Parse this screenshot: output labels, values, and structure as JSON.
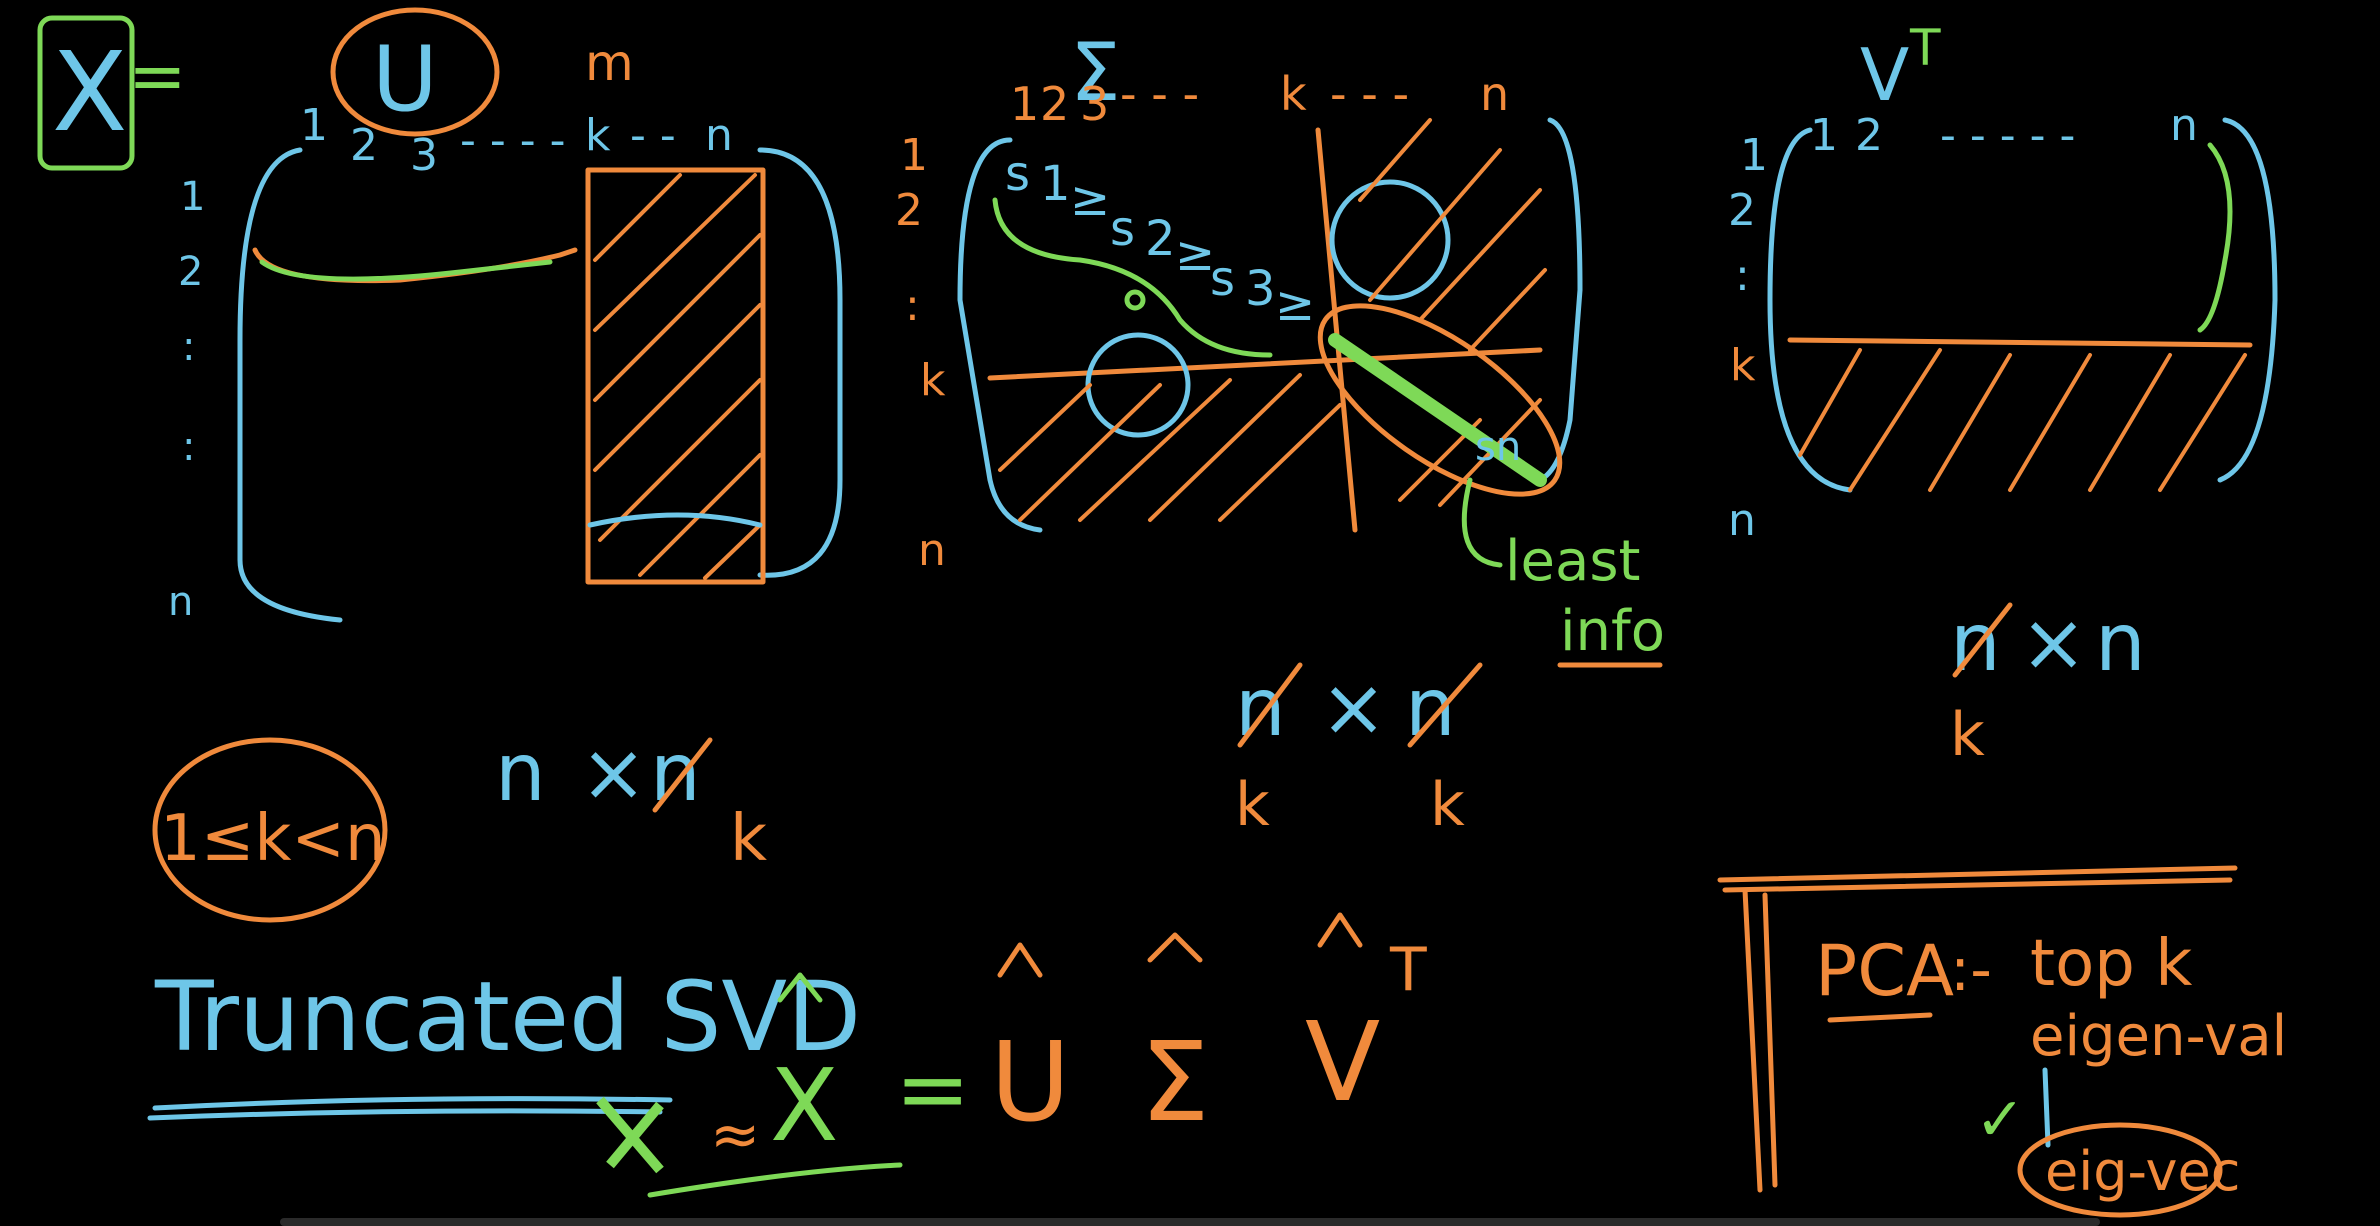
{
  "left": {
    "x_label": "X",
    "equals": "=",
    "u_label": "U",
    "u_cols": [
      "1",
      "2",
      "3",
      "- - - -",
      "k",
      "- -",
      "n"
    ],
    "u_rows": [
      "1",
      "2",
      ":",
      ":",
      "n"
    ],
    "u_brace": "m"
  },
  "middle": {
    "sigma_label": "Σ",
    "sigma_cols": [
      "1",
      "2",
      "3",
      "- - -",
      "k",
      "- - -",
      "n"
    ],
    "sigma_rows": [
      "1",
      "2",
      ":",
      "k",
      "n"
    ],
    "diag": [
      "s",
      "1",
      "≥",
      "s",
      "2",
      "≥",
      "s",
      "3",
      "≥"
    ],
    "sn": "sn",
    "least": "least",
    "info": "info",
    "dims": [
      "n",
      "×",
      "n"
    ],
    "dims_k": [
      "k",
      "k"
    ]
  },
  "right": {
    "vt_label": "V",
    "vt_sup": "T",
    "vt_cols": [
      "1",
      "2",
      "- - - - -",
      "n"
    ],
    "vt_rows": [
      "1",
      "2",
      ":",
      "k",
      "n"
    ],
    "dims": [
      "n",
      "×",
      "n"
    ],
    "dims_k": "k"
  },
  "lower": {
    "k_lt_n": "1≤k<n",
    "u_dims": [
      "n",
      "×",
      "n"
    ],
    "u_dims_k": "k",
    "truncated": "Truncated SVD",
    "xhat": "X",
    "approx": "≈",
    "eq": "=",
    "uhat": "U",
    "sigmahat": "Σ",
    "vhat": "V",
    "vhat_sup": "T"
  },
  "pca_box": {
    "pca": "PCA",
    "colon": ":-",
    "top": "top k",
    "eigen_val": "eigen-val",
    "check": "✓",
    "eig_vec": "eig-vec"
  }
}
